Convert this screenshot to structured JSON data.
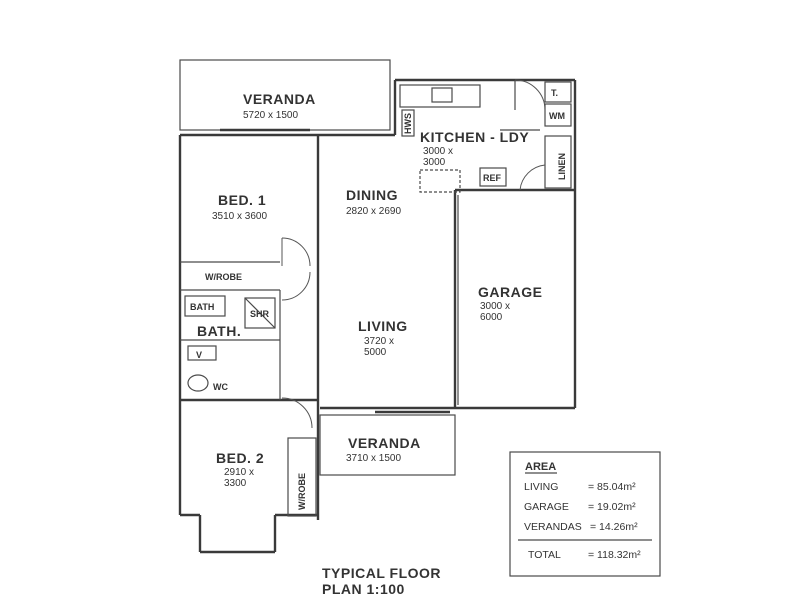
{
  "rooms": {
    "veranda_top": {
      "name": "VERANDA",
      "dims": "5720 x 1500"
    },
    "bed1": {
      "name": "BED. 1",
      "dims": "3510 x 3600"
    },
    "dining": {
      "name": "DINING",
      "dims": "2820 x 2690"
    },
    "kitchen": {
      "name": "KITCHEN - LDY",
      "dims_line1": "3000 x",
      "dims_line2": "3000"
    },
    "living": {
      "name": "LIVING",
      "dims_line1": "3720 x",
      "dims_line2": "5000"
    },
    "garage": {
      "name": "GARAGE",
      "dims_line1": "3000 x",
      "dims_line2": "6000"
    },
    "bath": {
      "name": "BATH."
    },
    "bed2": {
      "name": "BED. 2",
      "dims_line1": "2910 x",
      "dims_line2": "3300"
    },
    "veranda_bottom": {
      "name": "VERANDA",
      "dims": "3710 x 1500"
    }
  },
  "fixtures": {
    "wrobe_top": "W/ROBE",
    "wrobe_side": "W/ROBE",
    "bath_tub": "BATH",
    "shower": "SHR",
    "vanity": "V",
    "wc": "WC",
    "ref": "REF",
    "linen": "LINEN",
    "wm": "WM",
    "trough": "T.",
    "hwu": "HWS"
  },
  "area_table": {
    "heading": "AREA",
    "rows": [
      {
        "label": "LIVING",
        "value": "= 85.04m²"
      },
      {
        "label": "GARAGE",
        "value": "= 19.02m²"
      },
      {
        "label": "VERANDAS",
        "value": "= 14.26m²"
      }
    ],
    "total_label": "TOTAL",
    "total_value": "= 118.32m²"
  },
  "title": {
    "line1": "TYPICAL FLOOR",
    "line2": "PLAN 1:100"
  }
}
